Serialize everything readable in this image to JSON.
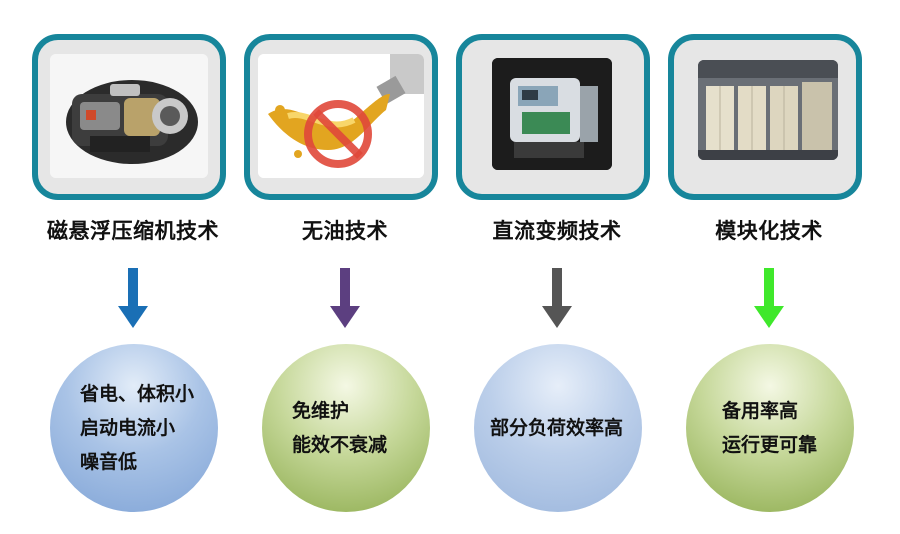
{
  "columns": [
    {
      "label": "磁悬浮压缩机技术",
      "image": "compressor-image",
      "arrow_color": "#1a6fb5",
      "circle_gradient": [
        "#e2ecf8",
        "#7fa3d6"
      ],
      "benefits": [
        "省电、体积小",
        "启动电流小",
        "噪音低"
      ]
    },
    {
      "label": "无油技术",
      "image": "oil-free-image",
      "arrow_color": "#5c3f80",
      "circle_gradient": [
        "#f4f8e4",
        "#8cab4c"
      ],
      "benefits": [
        "免维护",
        "能效不衰减"
      ]
    },
    {
      "label": "直流变频技术",
      "image": "inverter-image",
      "arrow_color": "#555555",
      "circle_gradient": [
        "#e6eef9",
        "#9ab5dc"
      ],
      "benefits": [
        "部分负荷效率高"
      ]
    },
    {
      "label": "模块化技术",
      "image": "modular-image",
      "arrow_color": "#3fe82b",
      "circle_gradient": [
        "#f4f8e4",
        "#8cab4c"
      ],
      "benefits": [
        "备用率高",
        "运行更可靠"
      ]
    }
  ]
}
